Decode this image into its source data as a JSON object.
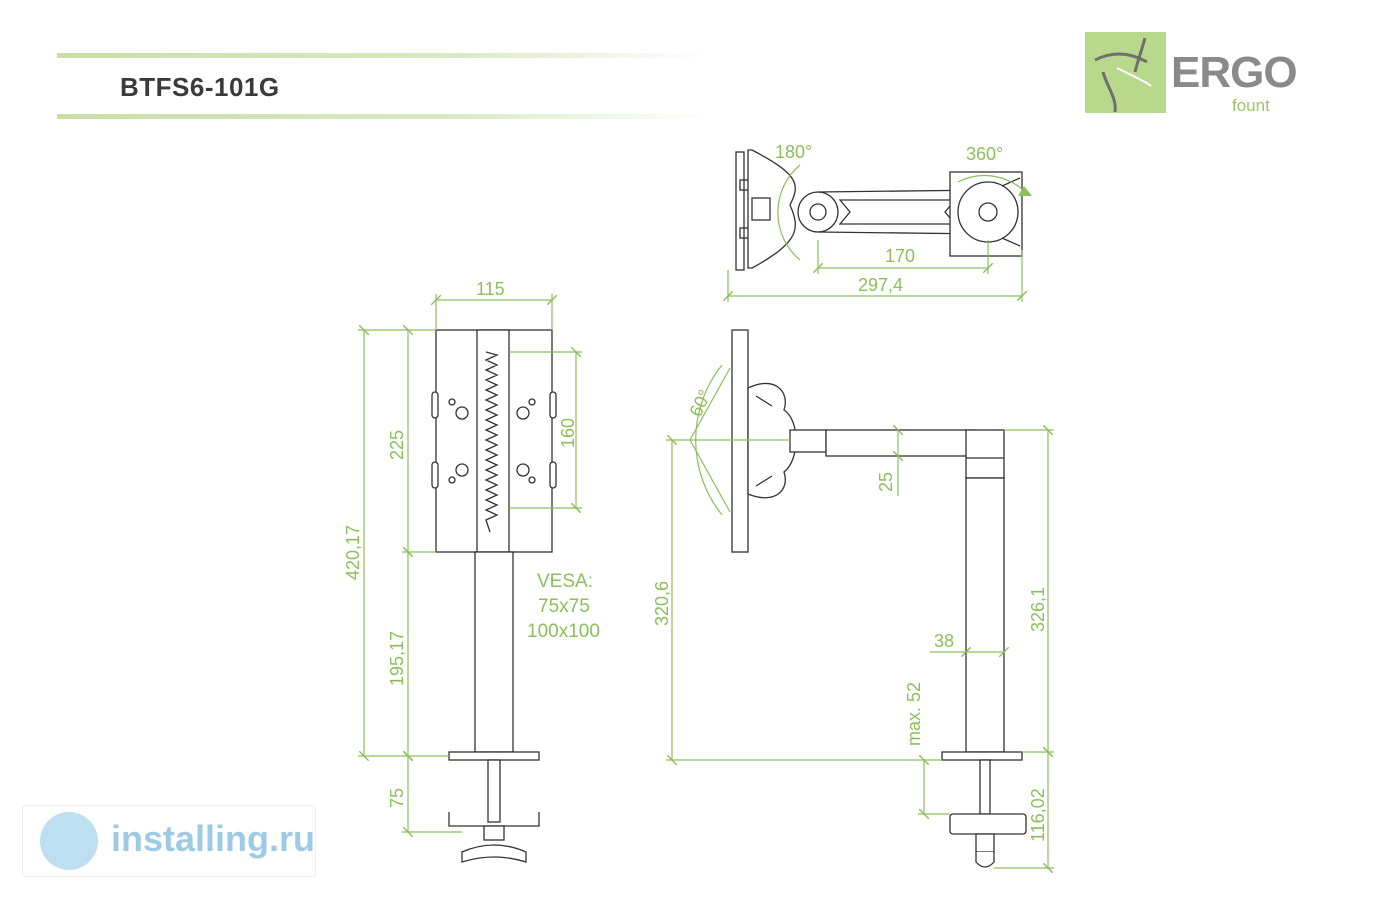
{
  "title": "BTFS6-101G",
  "logo": {
    "brand": "ERGO",
    "sub": "fount",
    "accent_color": "#b8d88c"
  },
  "dimension_color": "#8bbf5a",
  "top_view": {
    "rotation_left": "180°",
    "rotation_right": "360°",
    "arm_length": "170",
    "total_length": "297,4"
  },
  "front_view": {
    "width": "115",
    "head_height": "225",
    "vesa_span": "160",
    "total_height": "420,17",
    "pole_height": "195,17",
    "clamp_height": "75",
    "vesa_label": "VESA:",
    "vesa_sizes": [
      "75x75",
      "100x100"
    ]
  },
  "side_view": {
    "tilt": "60°",
    "arm_thickness": "25",
    "screen_height": "320,6",
    "pole_height": "326,1",
    "pole_diameter": "38",
    "max_desk": "max. 52",
    "clamp_depth": "116,02"
  },
  "watermark": {
    "text": "installing.ru",
    "icon": "globe-icon"
  }
}
